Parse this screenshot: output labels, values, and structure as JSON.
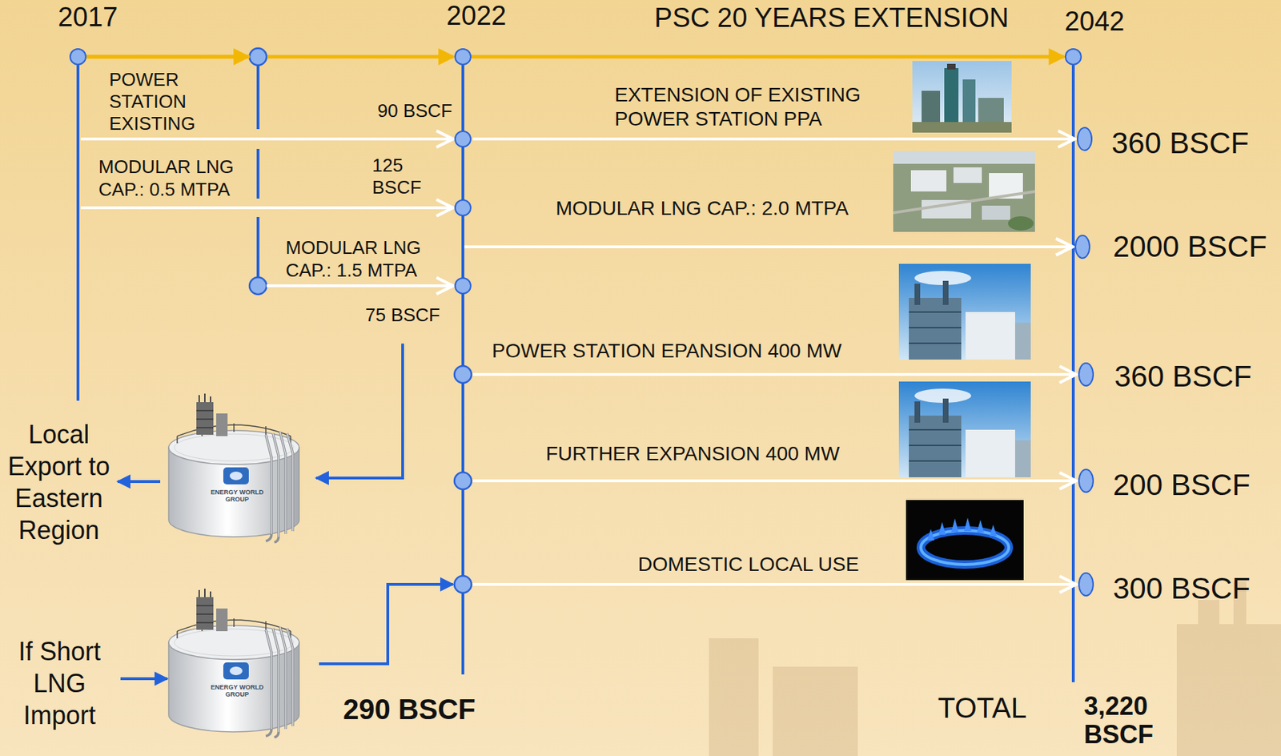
{
  "diagram": {
    "nodes": [
      {
        "text": [
          "2017"
        ]
      },
      {
        "text": [
          "2022"
        ]
      },
      {
        "text": [
          "2042"
        ]
      },
      {
        "text": [
          "90 BSCF"
        ]
      },
      {
        "text": [
          "360 BSCF"
        ]
      },
      {
        "text": [
          "125 BSCF"
        ]
      },
      {
        "text": [
          "2000 BSCF"
        ]
      },
      {
        "text": [
          "75 BSCF"
        ]
      },
      {
        "text": [
          "360 BSCF"
        ]
      },
      {
        "text": [
          "200 BSCF"
        ]
      },
      {
        "text": [
          "300 BSCF"
        ]
      },
      {
        "text": [
          "ENERGY WORLD GROUP"
        ]
      },
      {
        "text": [
          "ENERGY WORLD GROUP"
        ]
      }
    ],
    "edges": [
      {
        "from": 0,
        "to": 1,
        "arrow": "to"
      },
      {
        "from": 1,
        "to": 2,
        "label": "PSC 20 YEARS EXTENSION",
        "arrow": "to"
      },
      {
        "from": 0,
        "to": 3,
        "label": "POWER STATION EXISTING",
        "arrow": "to"
      },
      {
        "from": 3,
        "to": 4,
        "label": "EXTENSION OF EXISTING POWER STATION PPA",
        "arrow": "to"
      },
      {
        "from": 0,
        "to": 5,
        "label": "MODULAR LNG CAP.: 0.5 MTPA",
        "arrow": "to"
      },
      {
        "from": 0,
        "to": 7,
        "label": "MODULAR LNG CAP.: 1.5 MTPA",
        "arrow": "to"
      },
      {
        "from": 5,
        "to": 6,
        "label": "MODULAR LNG CAP.: 2.0 MTPA",
        "arrow": "to"
      },
      {
        "from": 7,
        "to": 6,
        "arrow": "to"
      },
      {
        "from": 7,
        "to": 11,
        "arrow": "to"
      },
      {
        "from": 12,
        "to": 10,
        "label": "DOMESTIC LOCAL USE",
        "arrow": "to"
      },
      {
        "from": 1,
        "to": 8,
        "label": "POWER STATION EPANSION 400 MW",
        "arrow": "to"
      },
      {
        "from": 1,
        "to": 9,
        "label": "FURTHER EXPANSION 400 MW",
        "arrow": "to"
      }
    ],
    "labels": [
      "Local Export to Eastern Region",
      "If Short LNG Import",
      "290 BSCF",
      "TOTAL",
      "3,220 BSCF"
    ]
  }
}
